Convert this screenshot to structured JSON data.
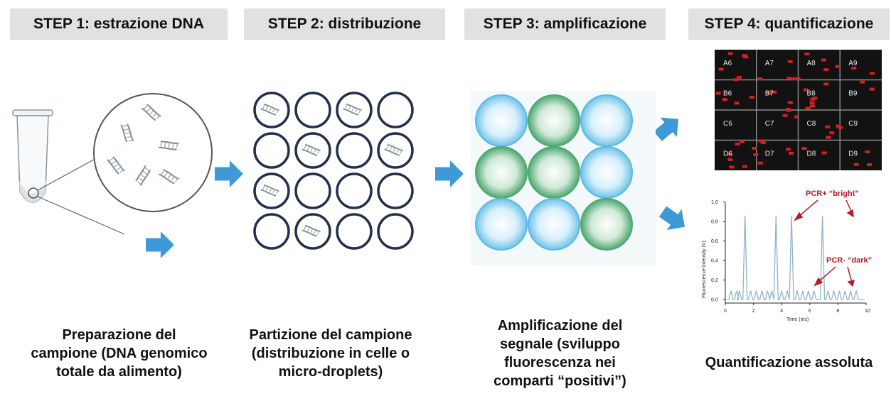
{
  "steps": [
    {
      "header": "STEP 1: estrazione DNA",
      "caption": [
        "Preparazione del",
        "campione (DNA genomico",
        "totale da alimento)"
      ]
    },
    {
      "header": "STEP 2: distribuzione",
      "caption": [
        "Partizione del campione",
        "(distribuzione in celle o",
        "micro-droplets)"
      ]
    },
    {
      "header": "STEP 3: amplificazione",
      "caption": [
        "Amplificazione del",
        "segnale (sviluppo",
        "fluorescenza nei",
        "comparti “positivi”)"
      ]
    },
    {
      "header": "STEP 4: quantificazione",
      "caption": [
        "Quantificazione assoluta"
      ]
    }
  ],
  "grid_labels": [
    "A6",
    "A7",
    "A8",
    "A9",
    "B6",
    "B7",
    "B8",
    "B9",
    "C6",
    "C7",
    "C8",
    "C9",
    "D6",
    "D7",
    "D8",
    "D9"
  ],
  "plot": {
    "ylabel": "Fluorescence intensity (V)",
    "xlabel": "Time (ms)",
    "y_ticks": [
      "0.0",
      "0.2",
      "0.4",
      "0.6",
      "0.8",
      "1.0"
    ],
    "x_ticks": [
      "0",
      "2",
      "4",
      "6",
      "8",
      "10"
    ],
    "annotation_bright": "PCR+ “bright”",
    "annotation_dark": "PCR- “dark”"
  },
  "colors": {
    "header_bg": "#e1e1e1",
    "arrow": "#3d9ad6",
    "droplet_blue": "#a9dcf2",
    "droplet_green": "#7cc49a",
    "red": "#d42020"
  }
}
